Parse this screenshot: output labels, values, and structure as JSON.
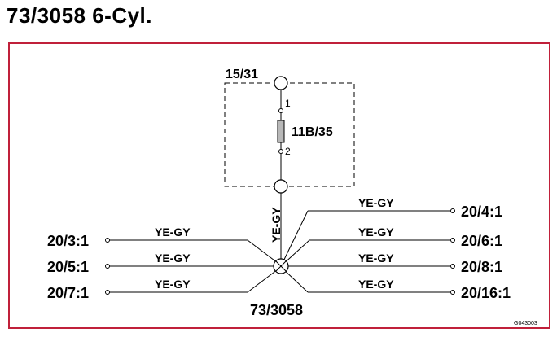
{
  "title": "73/3058 6-Cyl.",
  "colors": {
    "frame": "#c0203a",
    "wire": "#000000",
    "fuse_fill": "#b8b8b8"
  },
  "diagram": {
    "top_connector": "15/31",
    "fuse_label": "11B/35",
    "pin_top": "1",
    "pin_bottom": "2",
    "trunk_wire": "YE-GY",
    "splice_label": "73/3058",
    "left_wires": [
      {
        "connector": "20/3:1",
        "wire": "YE-GY"
      },
      {
        "connector": "20/5:1",
        "wire": "YE-GY"
      },
      {
        "connector": "20/7:1",
        "wire": "YE-GY"
      }
    ],
    "right_wires": [
      {
        "connector": "20/4:1",
        "wire": "YE-GY"
      },
      {
        "connector": "20/6:1",
        "wire": "YE-GY"
      },
      {
        "connector": "20/8:1",
        "wire": "YE-GY"
      },
      {
        "connector": "20/16:1",
        "wire": "YE-GY"
      }
    ],
    "drawing_id": "G043003"
  }
}
